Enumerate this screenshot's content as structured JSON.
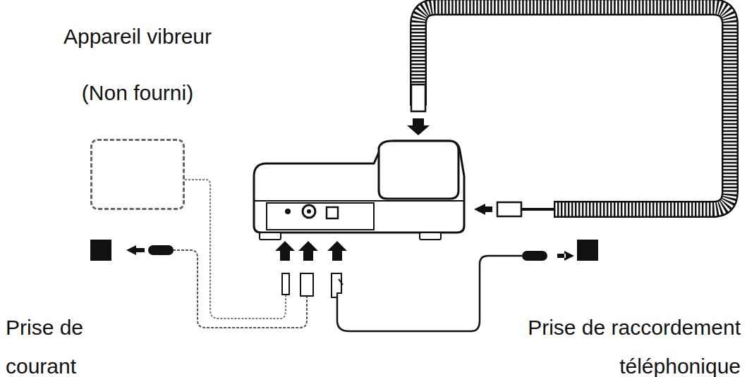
{
  "diagram": {
    "nodes": [
      {
        "text": [
          "Appareil vibreur",
          "(Non fourni)"
        ]
      }
    ],
    "labels": [
      "Prise de courant",
      "Prise de raccordement téléphonique"
    ]
  }
}
